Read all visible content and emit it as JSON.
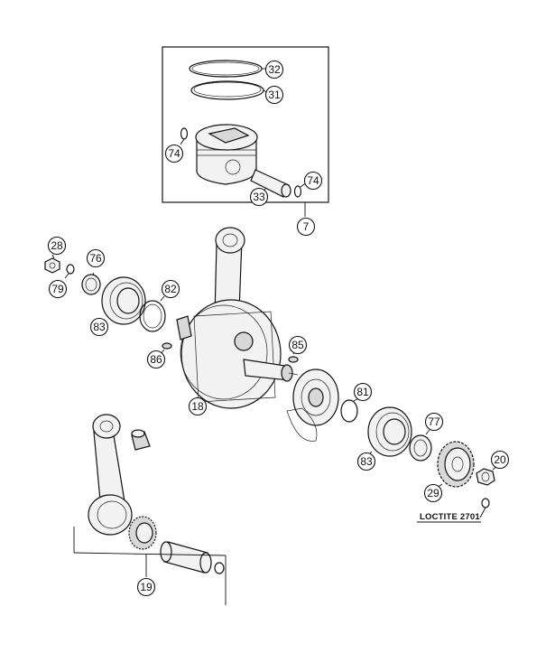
{
  "callouts": [
    {
      "id": "c32",
      "label": "32"
    },
    {
      "id": "c31",
      "label": "31"
    },
    {
      "id": "c74a",
      "label": "74"
    },
    {
      "id": "c74b",
      "label": "74"
    },
    {
      "id": "c33",
      "label": "33"
    },
    {
      "id": "c7",
      "label": "7"
    },
    {
      "id": "c28",
      "label": "28"
    },
    {
      "id": "c76",
      "label": "76"
    },
    {
      "id": "c79",
      "label": "79"
    },
    {
      "id": "c82",
      "label": "82"
    },
    {
      "id": "c83a",
      "label": "83"
    },
    {
      "id": "c86",
      "label": "86"
    },
    {
      "id": "c85",
      "label": "85"
    },
    {
      "id": "c18",
      "label": "18"
    },
    {
      "id": "c81",
      "label": "81"
    },
    {
      "id": "c77",
      "label": "77"
    },
    {
      "id": "c20",
      "label": "20"
    },
    {
      "id": "c83b",
      "label": "83"
    },
    {
      "id": "c29",
      "label": "29"
    },
    {
      "id": "c19",
      "label": "19"
    }
  ],
  "note": "LOCTITE 2701"
}
